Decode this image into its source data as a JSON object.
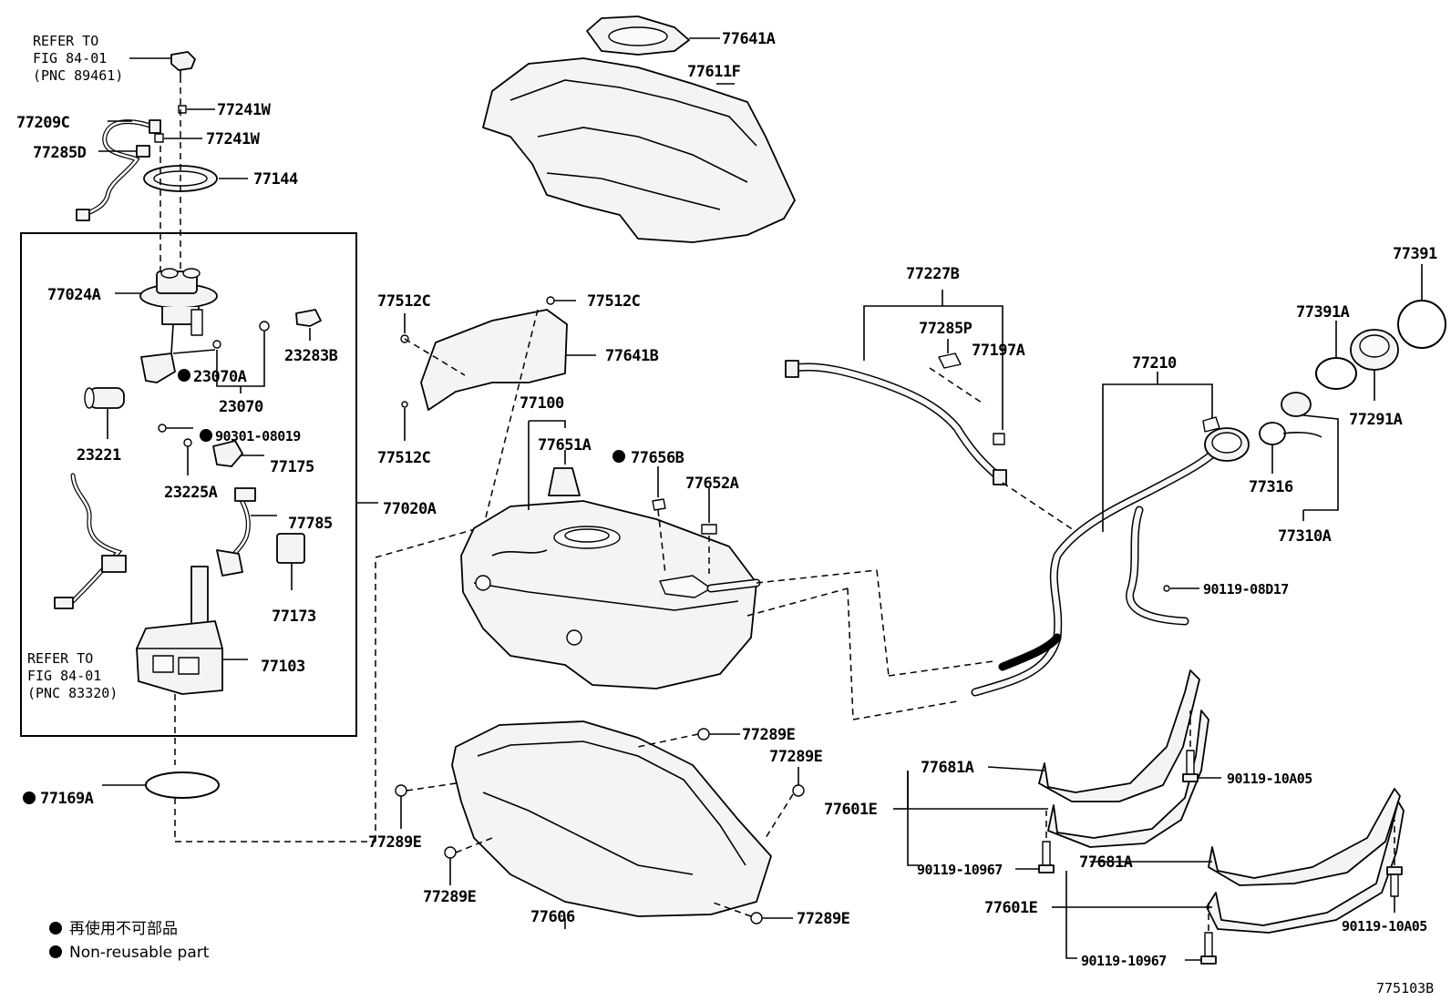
{
  "figure_code": "775103B",
  "legend": {
    "japanese": "再使用不可部品",
    "english": "Non-reusable part"
  },
  "notes": {
    "refer_top": [
      "REFER TO",
      "FIG 84-01",
      "(PNC 89461)"
    ],
    "refer_bottom": [
      "REFER TO",
      "FIG 84-01",
      "(PNC 83320)"
    ]
  },
  "labels": {
    "p77641A": "77641A",
    "p77611F": "77611F",
    "p77241W_1": "77241W",
    "p77241W_2": "77241W",
    "p77209C": "77209C",
    "p77285D": "77285D",
    "p77144": "77144",
    "p77024A": "77024A",
    "p23283B": "23283B",
    "p23070A": "23070A",
    "p23070": "23070",
    "p23221": "23221",
    "p90301": "90301-08019",
    "p77175": "77175",
    "p23225A": "23225A",
    "p77785": "77785",
    "p77020A": "77020A",
    "p77173": "77173",
    "p77103": "77103",
    "p77169A": "77169A",
    "p77512C_1": "77512C",
    "p77512C_2": "77512C",
    "p77512C_3": "77512C",
    "p77641B": "77641B",
    "p77100": "77100",
    "p77651A": "77651A",
    "p77656B": "77656B",
    "p77652A": "77652A",
    "p77227B": "77227B",
    "p77285P": "77285P",
    "p77197A": "77197A",
    "p77391": "77391",
    "p77391A": "77391A",
    "p77291A": "77291A",
    "p77210": "77210",
    "p77316": "77316",
    "p77310A": "77310A",
    "p90119_08D17": "90119-08D17",
    "p77289E_1": "77289E",
    "p77289E_2": "77289E",
    "p77289E_3": "77289E",
    "p77289E_4": "77289E",
    "p77289E_5": "77289E",
    "p77606": "77606",
    "p77681A_1": "77681A",
    "p77681A_2": "77681A",
    "p77601E_1": "77601E",
    "p77601E_2": "77601E",
    "p90119_10A05_1": "90119-10A05",
    "p90119_10A05_2": "90119-10A05",
    "p90119_10967_1": "90119-10967",
    "p90119_10967_2": "90119-10967"
  }
}
